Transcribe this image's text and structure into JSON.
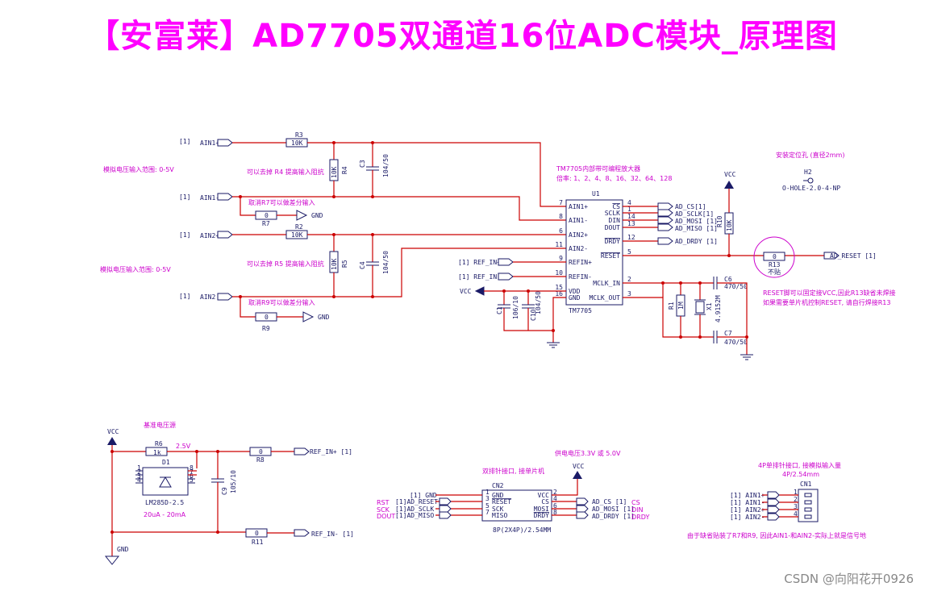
{
  "title": "【安富莱】AD7705双通道16位ADC模块_原理图",
  "watermark": "CSDN @向阳花开0926",
  "colors": {
    "title": "#ff00ff",
    "wire": "#cc0000",
    "component": "#1a1a66",
    "note": "#cc00cc"
  },
  "labels": {
    "ain1p": "AIN1+",
    "ain1n": "AIN1-",
    "ain2p": "AIN2+",
    "ain2": "AIN2",
    "ref1": "[1]",
    "ref2": "[1]",
    "ref3": "[1]",
    "ref4": "[1]",
    "range1": "模拟电压输入范围: 0-5V",
    "range2": "模拟电压输入范围: 0-5V",
    "r4note": "可以去掉 R4 提高输入阻抗",
    "r5note": "可以去掉 R5 提高输入阻抗",
    "r7note": "取消R7可以做差分输入",
    "r9note": "取消R9可以做差分输入",
    "gnd": "GND",
    "vcc": "VCC",
    "r3": "R3",
    "r3v": "10K",
    "r4": "R4",
    "r4v": "10K",
    "c3": "C3",
    "c3v": "104/50",
    "r7": "R7",
    "r7v": "0",
    "r2": "R2",
    "r2v": "10K",
    "r5": "R5",
    "r5v": "10K",
    "c4": "C4",
    "c4v": "104/50",
    "r9": "R9",
    "r9v": "0",
    "pga1": "TM7705内部带可编程放大器",
    "pga2": "倍率: 1、2、4、8、16、32、64、128",
    "u1": "U1",
    "u1part": "TM7705",
    "refinp": "[1] REF_IN+",
    "refinn": "[1] REF_IN-",
    "c1": "C1",
    "c1v": "106/10",
    "c10": "C10",
    "c10v": "104/50",
    "r1": "R1",
    "r1v": "1M",
    "x1": "X1",
    "x1v": "4.9152M",
    "c6": "C6",
    "c6v": "470/50",
    "c7": "C7",
    "c7v": "470/50",
    "adcs": "AD_CS[1]",
    "adsclk": "AD_SCLK[1]",
    "admosi": "AD_MOSI [1]",
    "admiso": "AD_MISO [1]",
    "addrdy": "AD_DRDY [1]",
    "r10": "R10",
    "r10v": "10K",
    "r13": "R13",
    "r13v": "0",
    "r13nc": "不贴",
    "adreset": "AD_RESET [1]",
    "resetnote1": "RESET脚可以固定接VCC,因此R13缺省未焊接",
    "resetnote2": "如果需要单片机控制RESET, 请自行焊接R13",
    "hole": "安装定位孔 (直径2mm)",
    "h2": "H2",
    "h2v": "O-HOLE-2.0-4-NP",
    "vref": "基准电压源",
    "r6": "R6",
    "r6v": "1k",
    "v25": "2.5V",
    "d1": "D1",
    "d1part": "LM285D-2.5",
    "d1cur": "20uA - 20mA",
    "r8": "R8",
    "r8v": "0",
    "c9": "C9",
    "c9v": "105/10",
    "r11": "R11",
    "r11v": "0",
    "refinp_out": "REF_IN+ [1]",
    "refinn_out": "REF_IN- [1]",
    "cn2title": "双排针接口, 接单片机",
    "cn2": "CN2",
    "cn2part": "8P(2X4P)/2.54MM",
    "supply": "供电电压3.3V 或 5.0V",
    "cn2l1": "[1] GND",
    "cn2l2": "[1]AD_RESET",
    "cn2l3": "[1]AD_SCLK",
    "cn2l4": "[1]AD_MISO",
    "cn2r1": "AD_CS [1]",
    "cn2r2": "AD_MOSI [1]",
    "cn2r3": "AD_DRDY [1]",
    "sig_rst": "RST",
    "sig_sck": "SCK",
    "sig_dout": "DOUT",
    "sig_cs": "CS",
    "sig_din": "DIN",
    "sig_drdy": "DRDY",
    "cn1title1": "4P单排针接口, 接模拟输入量",
    "cn1title2": "4P/2.54mm",
    "cn1": "CN1",
    "cn1l1": "[1] AIN1+",
    "cn1l2": "[1] AIN1-",
    "cn1l3": "[1] AIN2+",
    "cn1l4": "[1] AIN2-",
    "cn1note": "由于缺省贴装了R7和R9, 因此AIN1-和AIN2-实际上就是信号地"
  },
  "u1pins": {
    "left": [
      {
        "num": "7",
        "name": "AIN1+"
      },
      {
        "num": "8",
        "name": "AIN1-"
      },
      {
        "num": "6",
        "name": "AIN2+"
      },
      {
        "num": "11",
        "name": "AIN2-"
      },
      {
        "num": "9",
        "name": "REFIN+"
      },
      {
        "num": "10",
        "name": "REFIN-"
      },
      {
        "num": "15",
        "name": "VDD"
      },
      {
        "num": "16",
        "name": "GND"
      }
    ],
    "right": [
      {
        "num": "4",
        "name": "CS"
      },
      {
        "num": "1",
        "name": "SCLK"
      },
      {
        "num": "14",
        "name": "DIN"
      },
      {
        "num": "13",
        "name": "DOUT"
      },
      {
        "num": "12",
        "name": "DRDY"
      },
      {
        "num": "5",
        "name": "RESET"
      },
      {
        "num": "2",
        "name": "MCLK_IN"
      },
      {
        "num": "3",
        "name": "MCLK_OUT"
      }
    ]
  },
  "cn2pins": {
    "left": [
      {
        "num": "1",
        "name": "GND"
      },
      {
        "num": "3",
        "name": "RESET"
      },
      {
        "num": "5",
        "name": "SCK"
      },
      {
        "num": "7",
        "name": "MISO"
      }
    ],
    "right": [
      {
        "num": "2",
        "name": "VCC"
      },
      {
        "num": "4",
        "name": "CS"
      },
      {
        "num": "6",
        "name": "MOSI"
      },
      {
        "num": "8",
        "name": "DRDY"
      }
    ]
  },
  "d1pins": [
    "1",
    "2",
    "3",
    "4",
    "8",
    "7",
    "6",
    "5"
  ],
  "cn1pins": [
    "1",
    "2",
    "3",
    "4"
  ]
}
